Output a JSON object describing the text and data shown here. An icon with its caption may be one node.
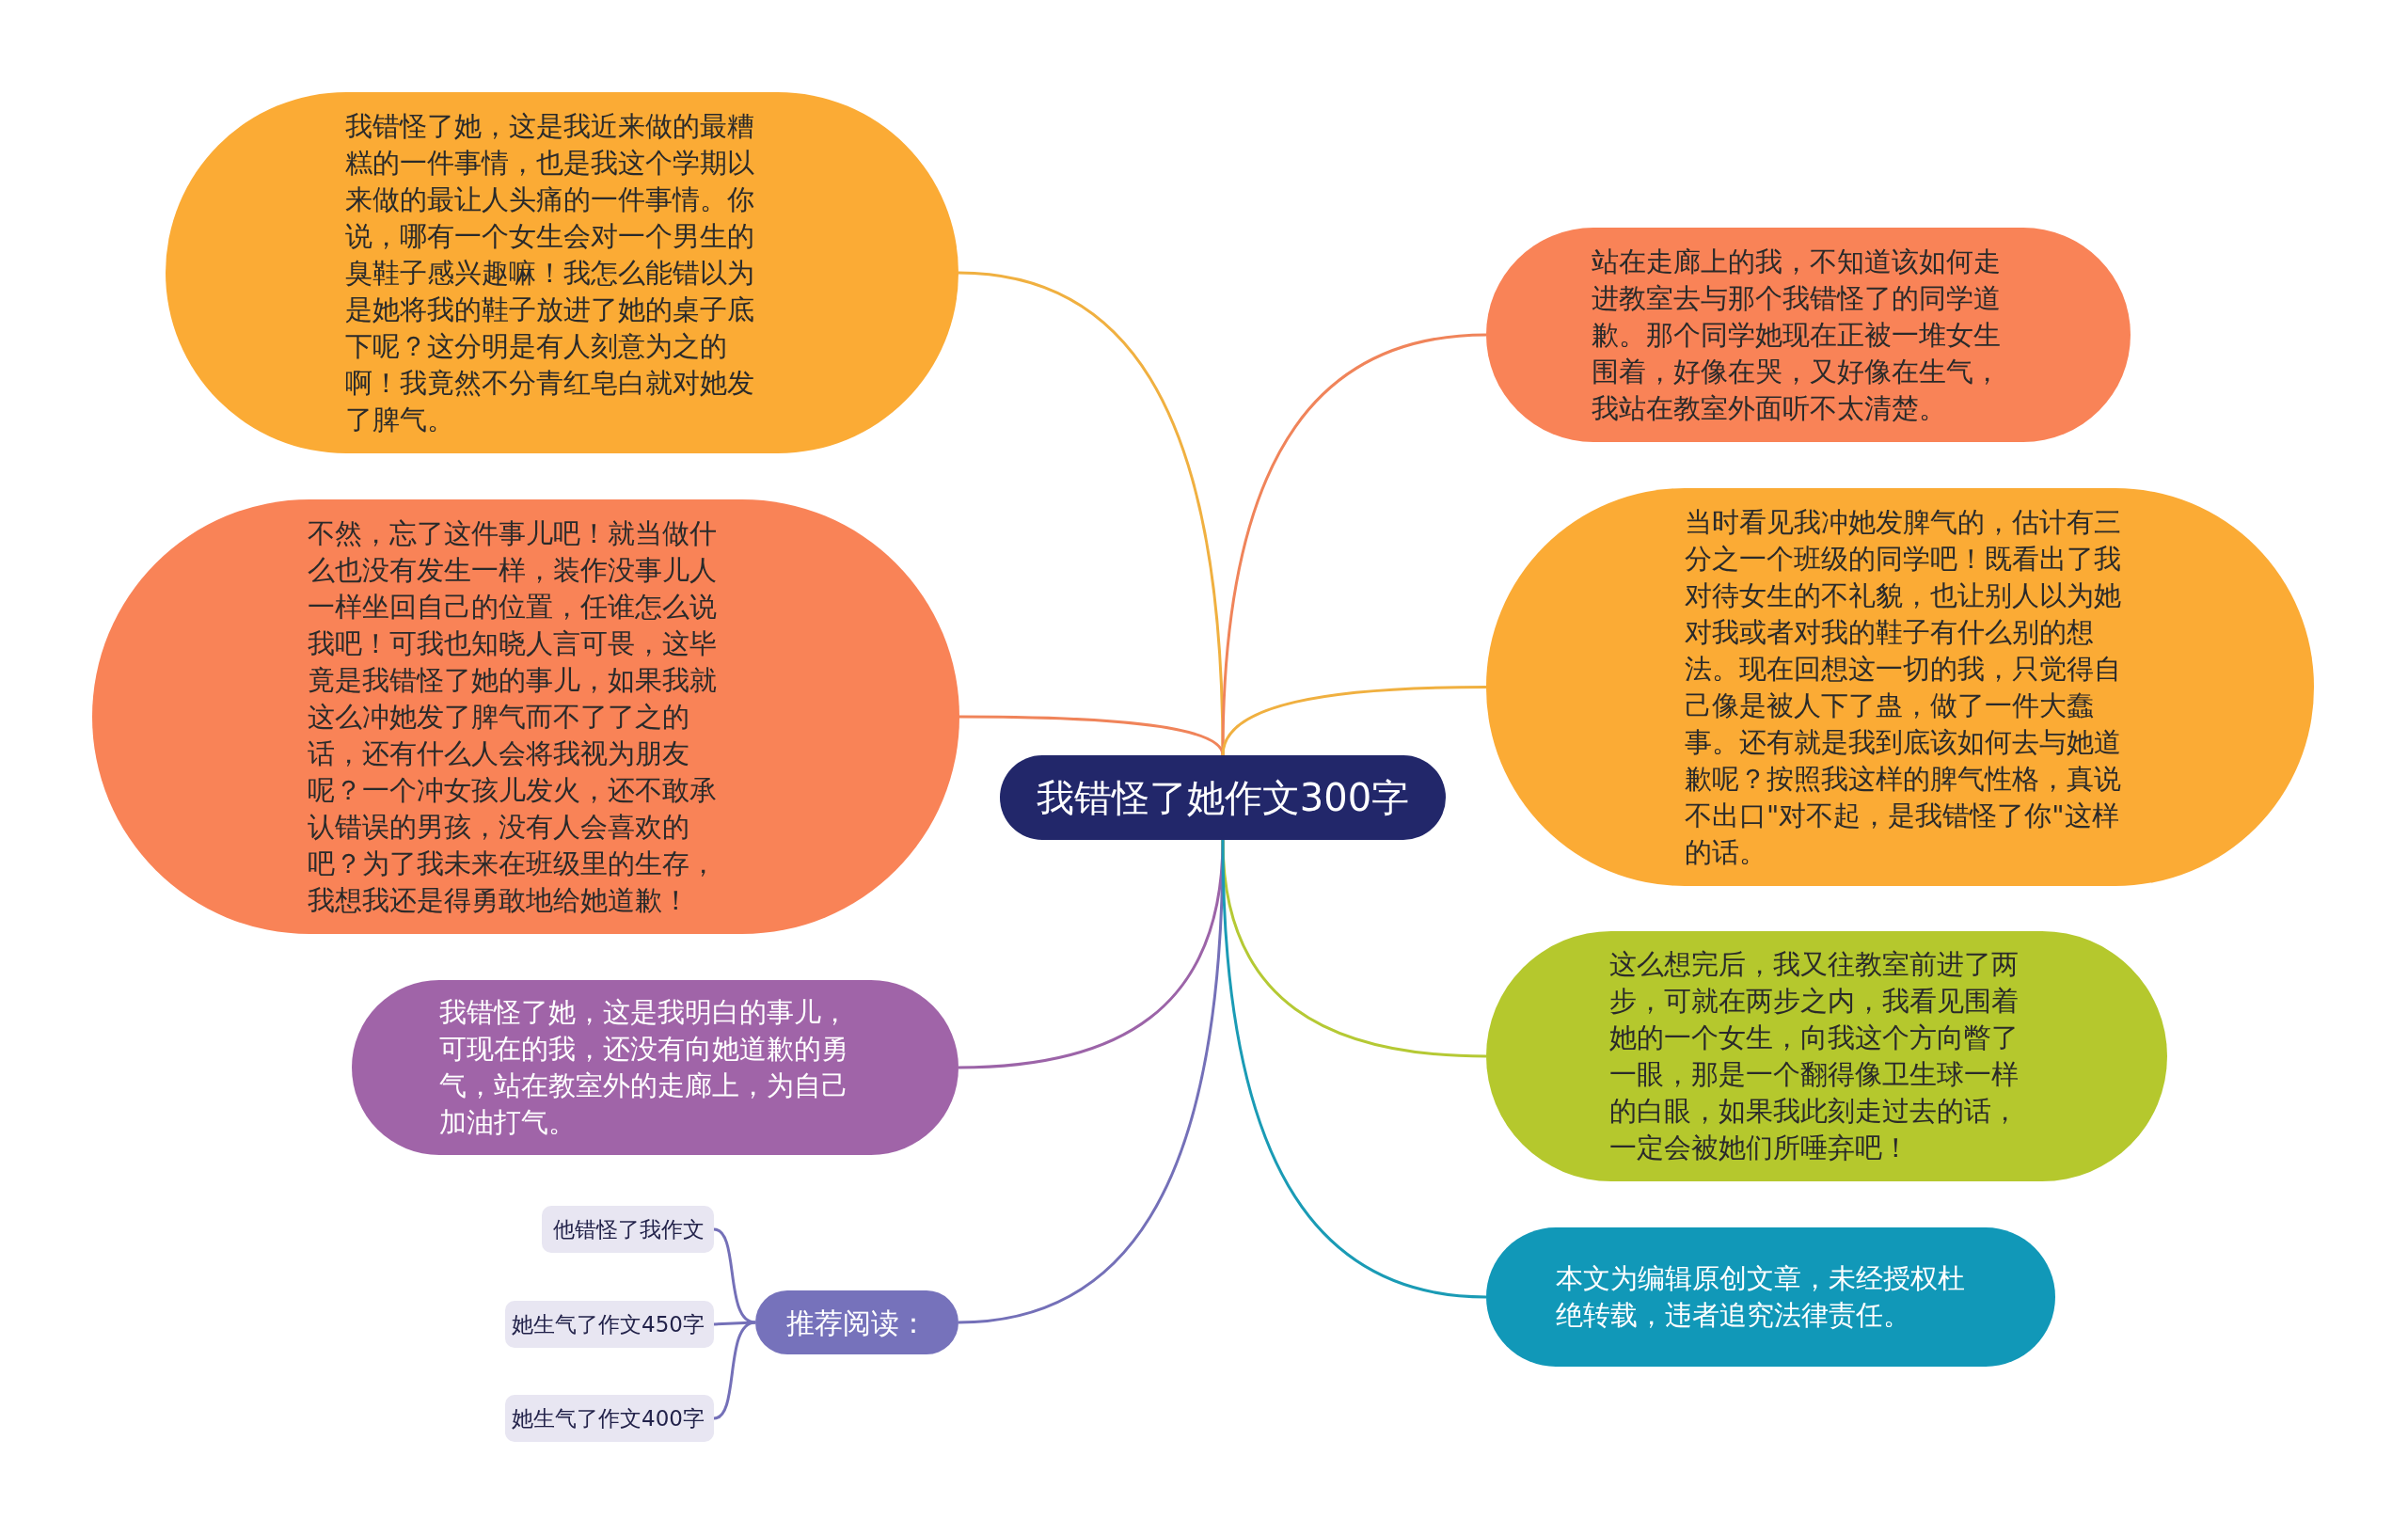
{
  "diagram": {
    "nodes": [
      {
        "text": [
          "我错怪了她作文300字"
        ]
      },
      {
        "text": [
          "我错怪了她，这是我近来做的最糟糕的一件事情，也是我这个学期以来做的最让人头痛的一件事情。你说，哪有一个女生会对一个男生的臭鞋子感兴趣嘛！我怎么能错以为是她将我的鞋子放进了她的桌子底下呢？这分明是有人刻意为之的啊！我竟然不分青红皂白就对她发了脾气。"
        ]
      },
      {
        "text": [
          "不然，忘了这件事儿吧！就当做什么也没有发生一样，装作没事儿人一样坐回自己的位置，任谁怎么说我吧！可我也知晓人言可畏，这毕竟是我错怪了她的事儿，如果我就这么冲她发了脾气而不了了之的话，还有什么人会将我视为朋友呢？一个冲女孩儿发火，还不敢承认错误的男孩，没有人会喜欢的吧？为了我未来在班级里的生存，我想我还是得勇敢地给她道歉！"
        ]
      },
      {
        "text": [
          "我错怪了她，这是我明白的事儿，可现在的我，还没有向她道歉的勇气，站在教室外的走廊上，为自己加油打气。"
        ]
      },
      {
        "text": [
          "推荐阅读："
        ]
      },
      {
        "text": [
          "他错怪了我作文"
        ]
      },
      {
        "text": [
          "她生气了作文450字"
        ]
      },
      {
        "text": [
          "她生气了作文400字"
        ]
      },
      {
        "text": [
          "站在走廊上的我，不知道该如何走进教室去与那个我错怪了的同学道歉。那个同学她现在正被一堆女生围着，好像在哭，又好像在生气，我站在教室外面听不太清楚。"
        ]
      },
      {
        "text": [
          "当时看见我冲她发脾气的，估计有三分之一个班级的同学吧！既看出了我对待女生的不礼貌，也让别人以为她对我或者对我的鞋子有什么别的想法。现在回想这一切的我，只觉得自己像是被人下了蛊，做了一件大蠢事。还有就是我到底该如何去与她道歉呢？按照我这样的脾气性格，真说不出口\"对不起，是我错怪了你\"这样的话。"
        ]
      },
      {
        "text": [
          "这么想完后，我又往教室前进了两步，可就在两步之内，我看见围着她的一个女生，向我这个方向瞥了一眼，那是一个翻得像卫生球一样的白眼，如果我此刻走过去的话，一定会被她们所唾弃吧！"
        ]
      },
      {
        "text": [
          "本文为编辑原创文章，未经授权杜绝转载，违者追究法律责任。"
        ]
      }
    ],
    "edges": [
      {
        "from": 0,
        "to": 1,
        "arrow": "none",
        "color": "#f0b040"
      },
      {
        "from": 0,
        "to": 2,
        "arrow": "none",
        "color": "#f0845a"
      },
      {
        "from": 0,
        "to": 3,
        "arrow": "none",
        "color": "#9c64a8"
      },
      {
        "from": 0,
        "to": 4,
        "arrow": "none",
        "color": "#7470b8"
      },
      {
        "from": 4,
        "to": 5,
        "arrow": "none",
        "color": "#7470b8"
      },
      {
        "from": 4,
        "to": 6,
        "arrow": "none",
        "color": "#7470b8"
      },
      {
        "from": 4,
        "to": 7,
        "arrow": "none",
        "color": "#7470b8"
      },
      {
        "from": 0,
        "to": 8,
        "arrow": "none",
        "color": "#f0845a"
      },
      {
        "from": 0,
        "to": 9,
        "arrow": "none",
        "color": "#f0b040"
      },
      {
        "from": 0,
        "to": 10,
        "arrow": "none",
        "color": "#b5c934"
      },
      {
        "from": 0,
        "to": 11,
        "arrow": "none",
        "color": "#1a9bb5"
      }
    ]
  }
}
